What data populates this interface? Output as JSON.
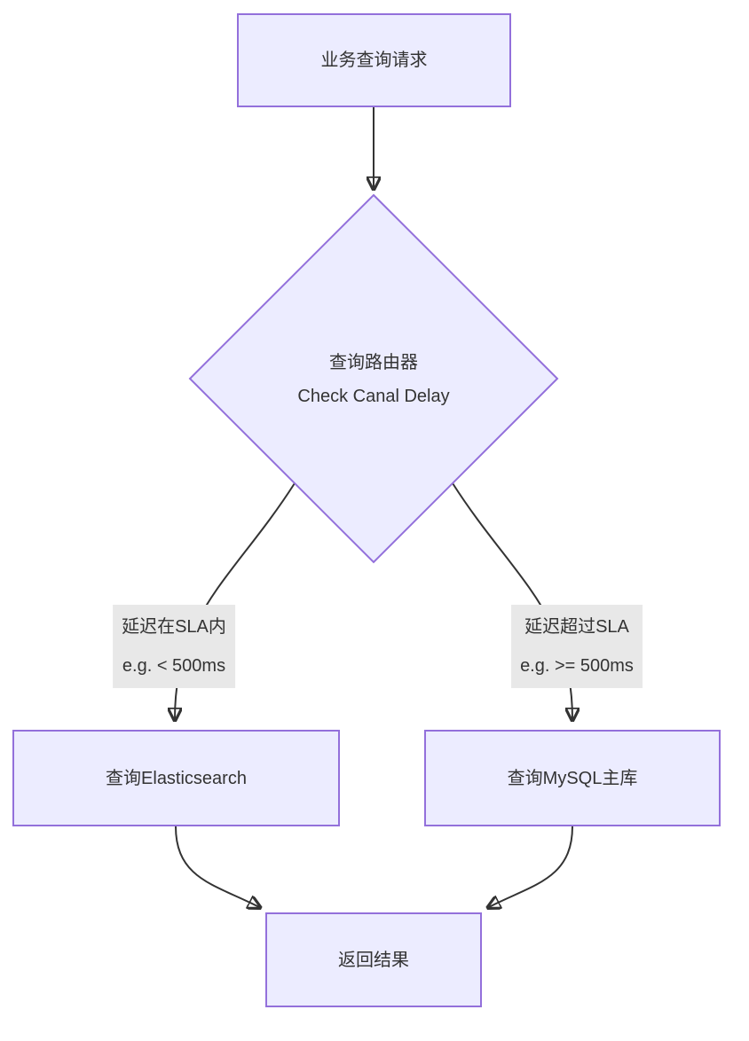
{
  "diagram": {
    "nodes": {
      "start": {
        "label": "业务查询请求"
      },
      "router": {
        "line1": "查询路由器",
        "line2": "Check Canal Delay"
      },
      "es": {
        "label": "查询Elasticsearch"
      },
      "mysql": {
        "label": "查询MySQL主库"
      },
      "result": {
        "label": "返回结果"
      }
    },
    "edge_labels": {
      "within_sla": {
        "line1": "延迟在SLA内",
        "line2": "e.g. < 500ms"
      },
      "exceed_sla": {
        "line1": "延迟超过SLA",
        "line2": "e.g. >= 500ms"
      }
    },
    "colors": {
      "node_fill": "#ECECFF",
      "node_border": "#9370DB",
      "edge_stroke": "#333333",
      "edge_label_bg": "#e8e8e8",
      "text": "#333333",
      "background": "#ffffff"
    }
  }
}
